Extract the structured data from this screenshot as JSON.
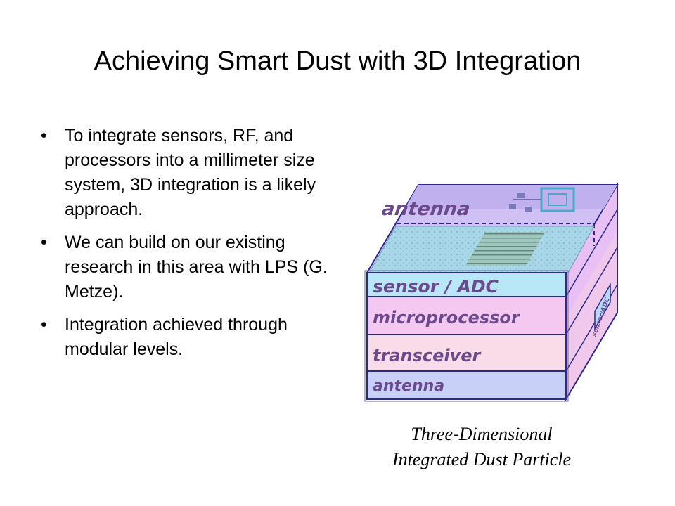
{
  "slide": {
    "title": "Achieving Smart Dust with 3D Integration",
    "bullet_char": "•",
    "bullets": [
      "To integrate sensors, RF, and processors into a millimeter size system, 3D integration is a likely approach.",
      "We can build on our existing research in this area with LPS (G. Metze).",
      "Integration achieved through modular levels."
    ],
    "figure": {
      "layers": [
        "antenna",
        "sensor / ADC",
        "microprocessor",
        "transceiver",
        "antenna"
      ],
      "side_label": "sensor/ADC",
      "caption_line1": "Three-Dimensional",
      "caption_line2": "Integrated Dust Particle"
    },
    "colors": {
      "layer_text": "#6a4a8c",
      "outline": "#2a2a8a",
      "top_face": "#c8b8f0",
      "sensor_layer": "#b8e8f8",
      "micro_layer": "#f4c8f0",
      "transceiver_layer": "#fadbe8",
      "antenna_layer": "#c8d0f8"
    }
  }
}
